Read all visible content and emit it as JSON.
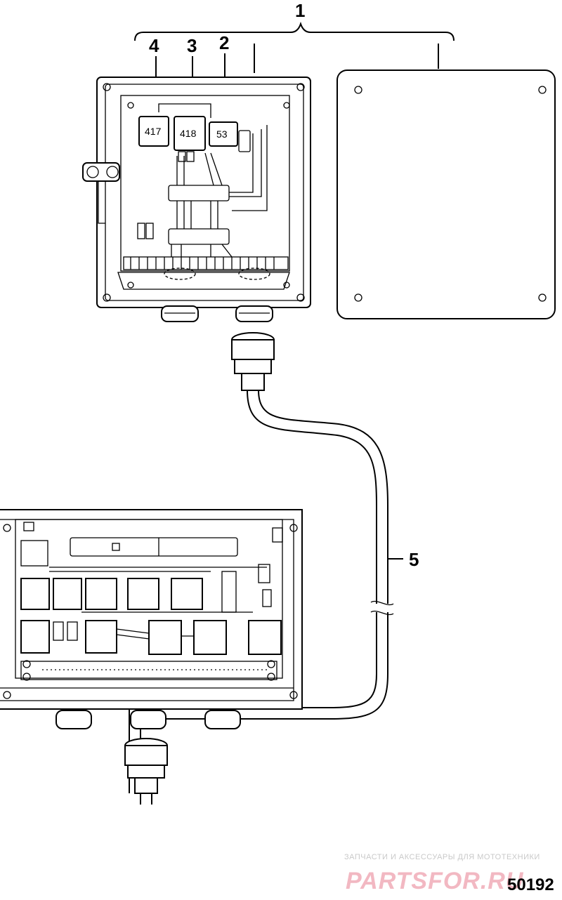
{
  "callouts": {
    "c1": "1",
    "c2": "2",
    "c3": "3",
    "c4": "4",
    "c5": "5"
  },
  "relays": {
    "r417": "417",
    "r418": "418",
    "r53": "53"
  },
  "figure_number": "50192",
  "watermark": {
    "tagline": "ЗАПЧАСТИ И АКСЕССУАРЫ ДЛЯ МОТОТЕХНИКИ",
    "brand": "PARTSFOR.RU"
  },
  "colors": {
    "line": "#000000",
    "watermark_brand": "#f2b8c2",
    "watermark_tagline": "#c9c9c9"
  }
}
